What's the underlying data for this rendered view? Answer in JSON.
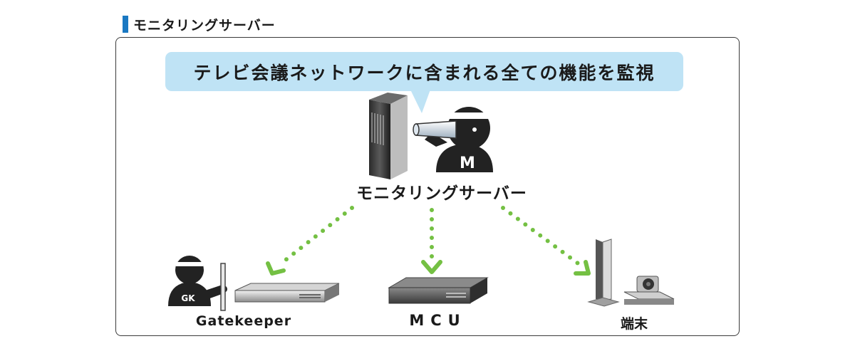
{
  "header": {
    "title": "モニタリングサーバー"
  },
  "callout": {
    "text": "テレビ会議ネットワークに含まれる全ての機能を監視"
  },
  "nodes": {
    "server_label": "モニタリングサーバー",
    "gatekeeper_label": "Gatekeeper",
    "mcu_label": "MCU",
    "terminal_label": "端末"
  },
  "badges": {
    "monitor": "M",
    "gatekeeper": "GK"
  },
  "colors": {
    "header_bar": "#1a78c2",
    "callout_bg": "#bfe3f5",
    "arrow": "#74c043",
    "figure": "#222222",
    "frame": "#3a3a3a"
  }
}
